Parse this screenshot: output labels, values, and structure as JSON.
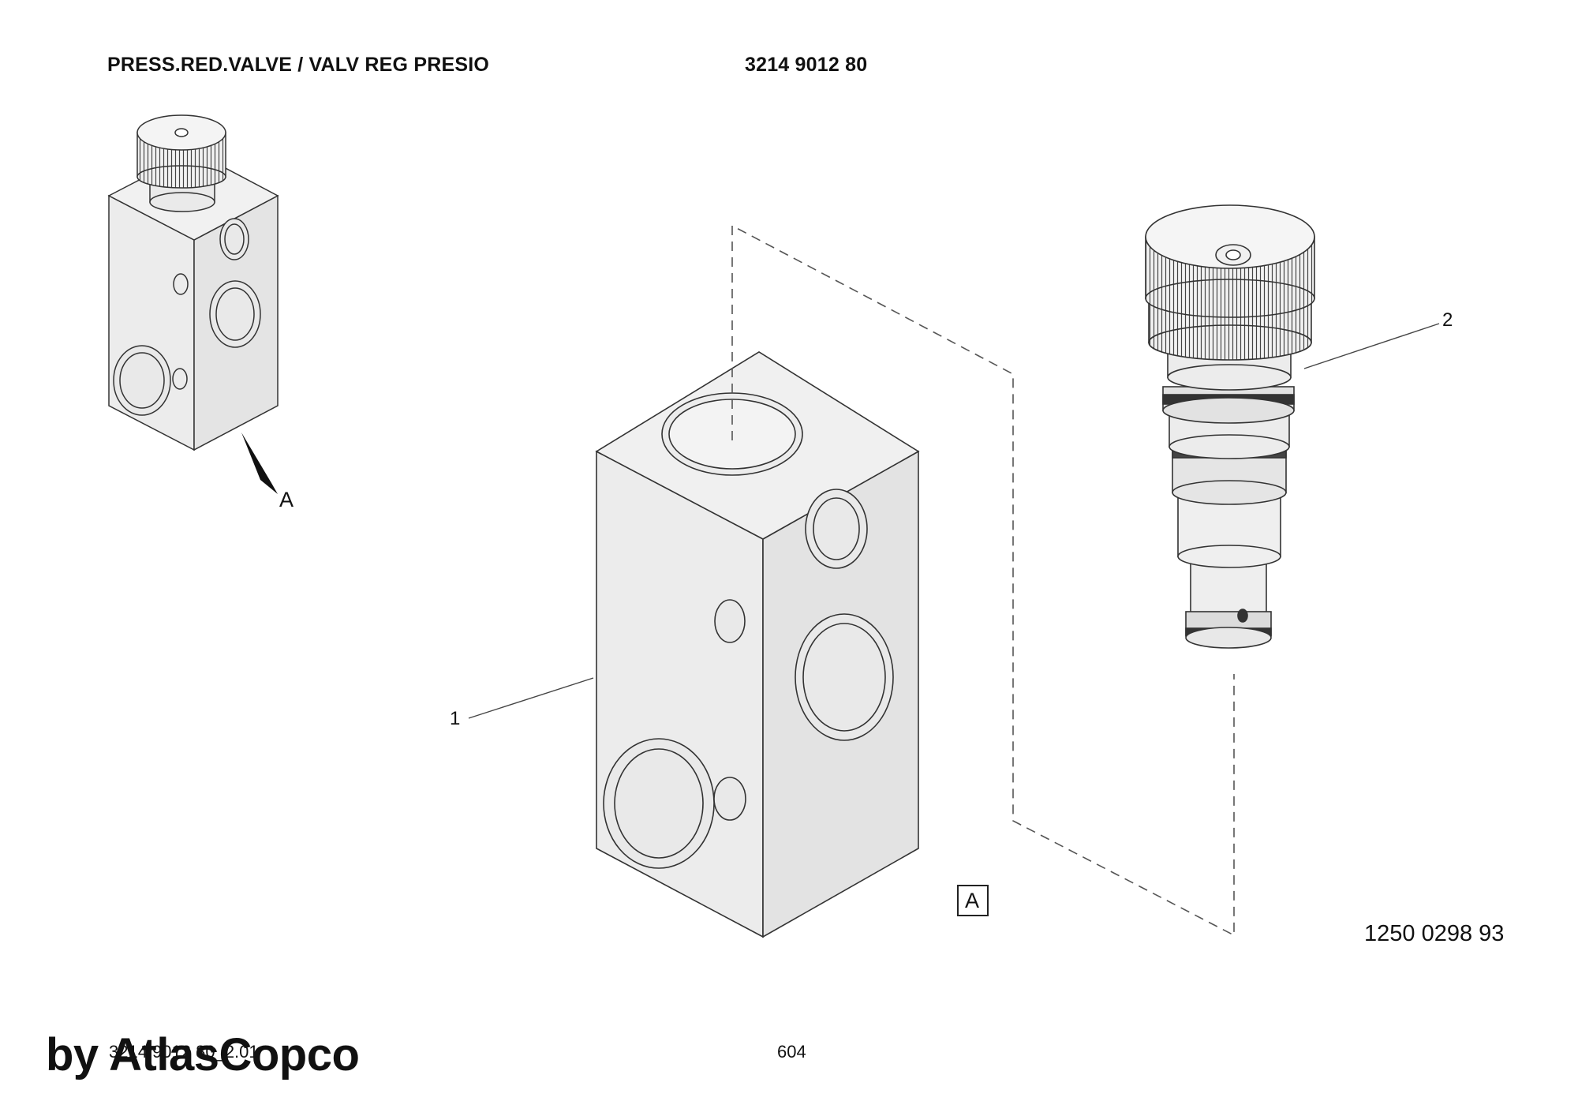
{
  "header": {
    "title": "PRESS.RED.VALVE / VALV REG PRESIO",
    "part_number": "3214 9012 80"
  },
  "callouts": {
    "item1": "1",
    "item2": "2",
    "view_label": "A",
    "view_box_label": "A"
  },
  "reference_number": "1250 0298 93",
  "footer": {
    "doc_code": "3214 9012 80_2.01",
    "page": "604"
  },
  "watermark": "by AtlasCopco",
  "colors": {
    "body_fill": "#ececec",
    "stroke": "#333333"
  }
}
